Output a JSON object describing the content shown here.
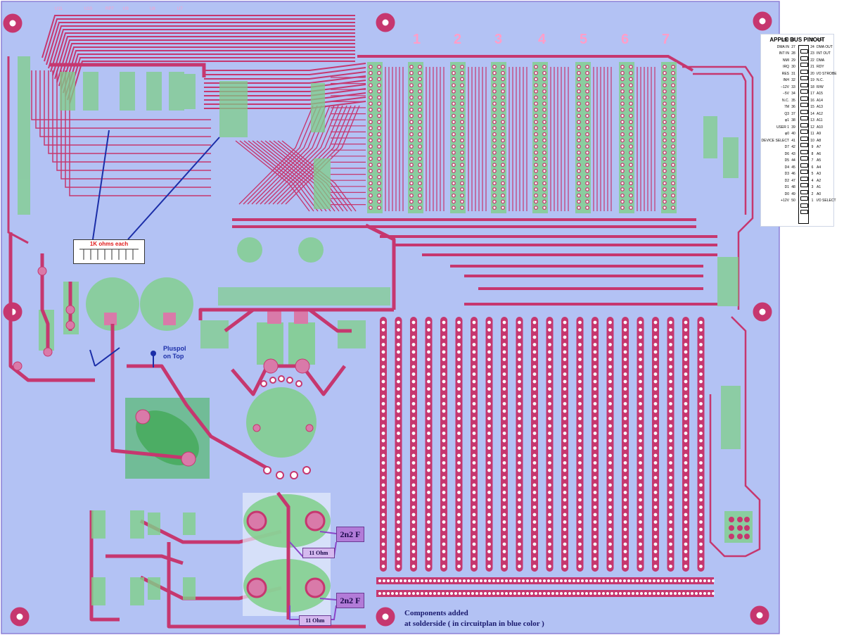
{
  "board": {
    "slot_numbers": [
      "1",
      "2",
      "3",
      "4",
      "5",
      "6",
      "7"
    ],
    "top_labels": [
      "U11",
      "U10",
      "RP7",
      "U9",
      "U8",
      "U7"
    ],
    "annotations": {
      "resistor_note": "1K ohms each",
      "pluspol": "Pluspol\non Top",
      "components_note_line1": "Components added",
      "components_note_line2": "at solderside ( in circuitplan in blue color )",
      "capacitor_top": "2n2 F",
      "capacitor_bottom": "2n2 F",
      "resistor_top": "11 Ohm",
      "resistor_bottom": "11 Ohm"
    },
    "colors": {
      "board": "#b3c2f4",
      "trace": "#c6376f",
      "pad": "#d97aa9",
      "component": "#7fcf8a",
      "blue_wire": "#1b2ea8"
    }
  },
  "pinout": {
    "title": "APPLE BUS PINOUT",
    "left": [
      [
        "GND",
        "26"
      ],
      [
        "DMA IN",
        "27"
      ],
      [
        "INT IN",
        "28"
      ],
      [
        "NMI",
        "29"
      ],
      [
        "IRQ",
        "30"
      ],
      [
        "RES",
        "31"
      ],
      [
        "INH",
        "32"
      ],
      [
        "−12V",
        "33"
      ],
      [
        "−5V",
        "34"
      ],
      [
        "N.C.",
        "35"
      ],
      [
        "7M",
        "36"
      ],
      [
        "Q3",
        "37"
      ],
      [
        "φ1",
        "38"
      ],
      [
        "USER 1",
        "39"
      ],
      [
        "φ0",
        "40"
      ],
      [
        "DEVICE SELECT",
        "41"
      ],
      [
        "D7",
        "42"
      ],
      [
        "D6",
        "43"
      ],
      [
        "D5",
        "44"
      ],
      [
        "D4",
        "45"
      ],
      [
        "D3",
        "46"
      ],
      [
        "D2",
        "47"
      ],
      [
        "D1",
        "48"
      ],
      [
        "D0",
        "49"
      ],
      [
        "+12V",
        "50"
      ]
    ],
    "right": [
      [
        "25",
        "+5V"
      ],
      [
        "24",
        "DMA OUT"
      ],
      [
        "23",
        "INT OUT"
      ],
      [
        "22",
        "DMA"
      ],
      [
        "21",
        "RDY"
      ],
      [
        "20",
        "I/O STROBE"
      ],
      [
        "19",
        "N.C."
      ],
      [
        "18",
        "R/W"
      ],
      [
        "17",
        "A15"
      ],
      [
        "16",
        "A14"
      ],
      [
        "15",
        "A13"
      ],
      [
        "14",
        "A12"
      ],
      [
        "13",
        "A11"
      ],
      [
        "12",
        "A10"
      ],
      [
        "11",
        "A9"
      ],
      [
        "10",
        "A8"
      ],
      [
        "9",
        "A7"
      ],
      [
        "8",
        "A6"
      ],
      [
        "7",
        "A5"
      ],
      [
        "6",
        "A4"
      ],
      [
        "5",
        "A3"
      ],
      [
        "4",
        "A2"
      ],
      [
        "3",
        "A1"
      ],
      [
        "2",
        "A0"
      ],
      [
        "1",
        "I/O SELECT"
      ]
    ]
  }
}
